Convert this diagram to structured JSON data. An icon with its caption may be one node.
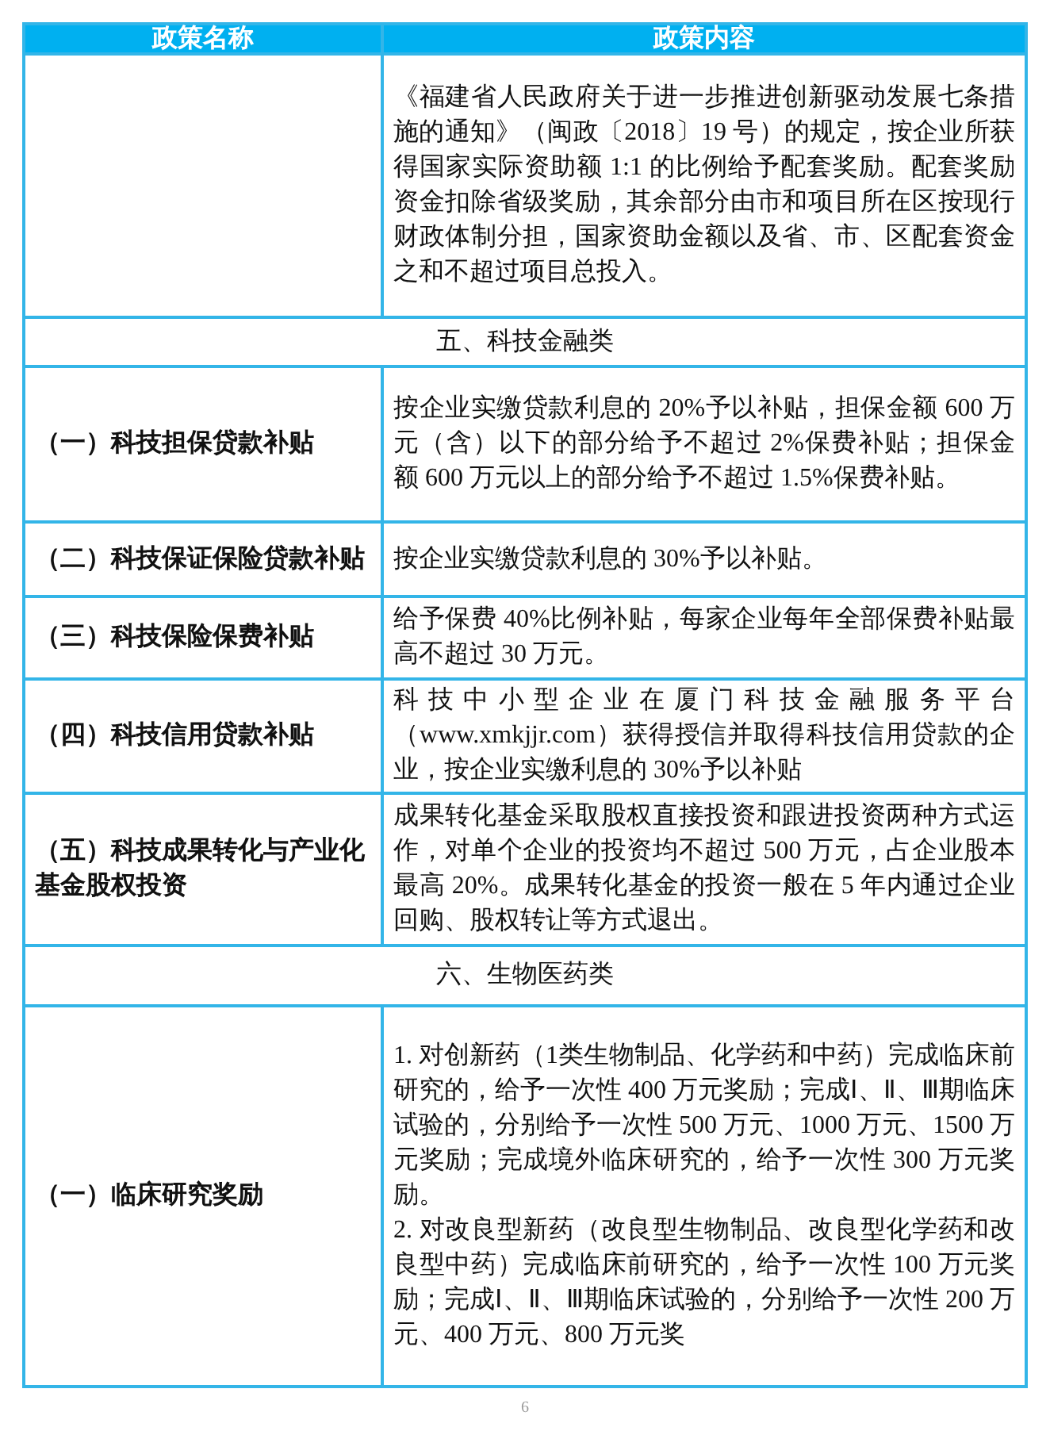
{
  "diagram": {
    "labels": [
      "政策名称",
      "政策内容",
      "《福建省人民政府关于进一步推进创新驱动发展七条措施的通知》（闽政〔2018〕19 号）的规定，按企业所获得国家实际资助额 1:1 的比例给予配套奖励。配套奖励资金扣除省级奖励，其余部分由市和项目所在区按现行财政体制分担，国家资助金额以及省、市、区配套资金之和不超过项目总投入。",
      "五、科技金融类",
      "（一）科技担保贷款补贴",
      "按企业实缴贷款利息的 20%予以补贴，担保金额 600 万元（含）以下的部分给予不超过 2%保费补贴；担保金额 600 万元以上的部分给予不超过 1.5%保费补贴。",
      "（二）科技保证保险贷款补贴",
      "按企业实缴贷款利息的 30%予以补贴。",
      "（三）科技保险保费补贴",
      "给予保费 40%比例补贴，每家企业每年全部保费补贴最高不超过 30 万元。",
      "（四）科技信用贷款补贴",
      "科技中小型企业在厦门科技金融服务平台（www.xmkjjr.com）获得授信并取得科技信用贷款的企业，按企业实缴利息的 30%予以补贴",
      "（五）科技成果转化与产业化基金股权投资",
      "成果转化基金采取股权直接投资和跟进投资两种方式运作，对单个企业的投资均不超过 500 万元，占企业股本最高 20%。成果转化基金的投资一般在 5 年内通过企业回购、股权转让等方式退出。",
      "六、生物医药类",
      "（一）临床研究奖励",
      "1. 对创新药（1类生物制品、化学药和中药）完成临床前研究的，给予一次性 400 万元奖励；完成Ⅰ、Ⅱ、Ⅲ期临床试验的，分别给予一次性 500 万元、1000 万元、1500 万元奖励；完成境外临床研究的，给予一次性 300 万元奖励。",
      "2. 对改良型新药（改良型生物制品、改良型化学药和改良型中药）完成临床前研究的，给予一次性 100 万元奖励；完成Ⅰ、Ⅱ、Ⅲ期临床试验的，分别给予一次性 200 万元、400 万元、800 万元奖",
      "6"
    ]
  }
}
